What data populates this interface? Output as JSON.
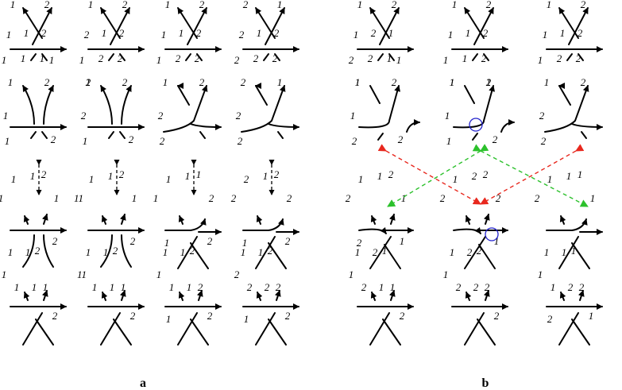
{
  "panels": {
    "a": "a",
    "b": "b"
  },
  "colors": {
    "strand": "#000000",
    "red_arrow": "#e8281e",
    "green_arrow": "#2cc12c",
    "circle": "#2222cc"
  },
  "panel_a": {
    "columns": [
      {
        "r1": [
          "1",
          "2",
          "1",
          "1",
          "2",
          "1",
          "1",
          "1",
          "1"
        ],
        "r2": [
          "1",
          "2",
          "1",
          "1",
          "2"
        ],
        "r3": [
          "1",
          "1",
          "2",
          "1",
          "1",
          "2"
        ],
        "r4": [
          "1",
          "1",
          "2",
          "1",
          "1",
          "1",
          "1",
          "2"
        ]
      },
      {
        "r1": [
          "1",
          "2",
          "2",
          "1",
          "2",
          "1",
          "2",
          "2"
        ],
        "r2": [
          "1",
          "2",
          "2",
          "1",
          "2",
          "2"
        ],
        "r3": [
          "1",
          "1",
          "2",
          "11",
          "1",
          "2"
        ],
        "r4": [
          "1",
          "1",
          "2",
          "11",
          "1",
          "1",
          "1",
          "2"
        ]
      },
      {
        "r1": [
          "1",
          "2",
          "1",
          "1",
          "2",
          "1",
          "2",
          "2"
        ],
        "r2": [
          "1",
          "2",
          "2",
          "2"
        ],
        "r3": [
          "1",
          "1",
          "1",
          "1",
          "2",
          "2",
          "1"
        ],
        "r4": [
          "1",
          "1",
          "2",
          "1",
          "1",
          "1",
          "2",
          "2",
          "1"
        ]
      },
      {
        "r1": [
          "2",
          "1",
          "2",
          "1",
          "2",
          "2",
          "2",
          "2"
        ],
        "r2": [
          "2",
          "1",
          "2",
          "2"
        ],
        "r3": [
          "2",
          "1",
          "2",
          "2",
          "2",
          "2",
          "1"
        ],
        "r4": [
          "1",
          "1",
          "2",
          "2",
          "2",
          "2",
          "2",
          "2",
          "1"
        ]
      }
    ]
  },
  "panel_b": {
    "columns": [
      {
        "r1": [
          "1",
          "2",
          "1",
          "2",
          "1",
          "2",
          "2",
          "1",
          "1"
        ],
        "r2": [
          "1",
          "2",
          "1",
          "2",
          "2",
          "1"
        ],
        "r3": [
          "1",
          "1",
          "2",
          "2",
          "1",
          "1",
          "2"
        ],
        "r4": [
          "1",
          "2",
          "1",
          "1",
          "2",
          "1",
          "1",
          "2"
        ]
      },
      {
        "r1": [
          "1",
          "2",
          "1",
          "1",
          "2",
          "1",
          "1",
          "2"
        ],
        "r2": [
          "1",
          "2",
          "1",
          "1",
          "2",
          "1",
          "1"
        ],
        "r3": [
          "1",
          "2",
          "2",
          "2",
          "2",
          "1"
        ],
        "r4": [
          "1",
          "2",
          "2",
          "1",
          "2",
          "2",
          "2",
          "2"
        ]
      },
      {
        "r1": [
          "1",
          "2",
          "1",
          "1",
          "2",
          "1",
          "2",
          "2"
        ],
        "r2": [
          "1",
          "2",
          "2",
          "2"
        ],
        "r3": [
          "1",
          "1",
          "1",
          "2",
          "1"
        ],
        "r4": [
          "1",
          "1",
          "1",
          "1",
          "1",
          "2",
          "2",
          "1",
          "2"
        ]
      }
    ]
  }
}
